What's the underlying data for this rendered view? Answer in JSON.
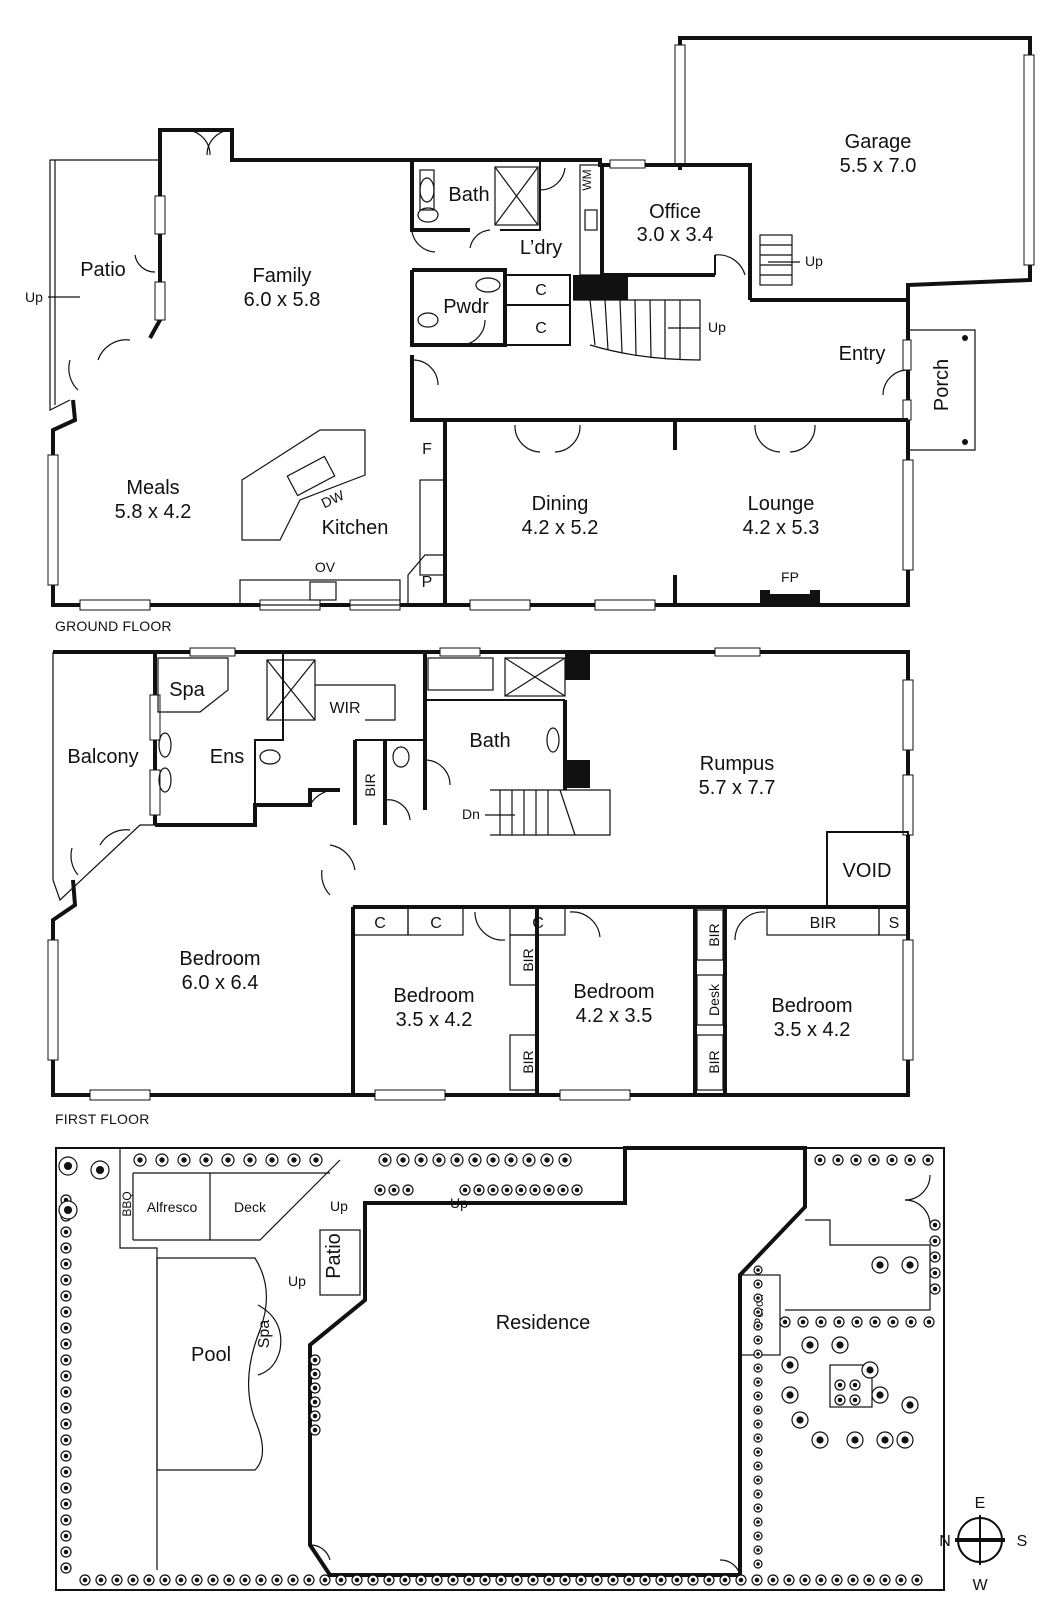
{
  "floor_labels": {
    "ground": "GROUND FLOOR",
    "first": "FIRST FLOOR"
  },
  "ground": {
    "garage": {
      "name": "Garage",
      "dim": "5.5 x 7.0"
    },
    "office": {
      "name": "Office",
      "dim": "3.0 x 3.4"
    },
    "bath": "Bath",
    "laundry": "L’dry",
    "wm": "WM",
    "powder": "Pwdr",
    "cupboard": "C",
    "family": {
      "name": "Family",
      "dim": "6.0 x 5.8"
    },
    "patio": "Patio",
    "meals": {
      "name": "Meals",
      "dim": "5.8 x 4.2"
    },
    "kitchen": "Kitchen",
    "fridge": "F",
    "pantry": "P",
    "oven": "OV",
    "dishwasher": "DW",
    "entry": "Entry",
    "porch": "Porch",
    "dining": {
      "name": "Dining",
      "dim": "4.2 x 5.2"
    },
    "lounge": {
      "name": "Lounge",
      "dim": "4.2 x 5.3"
    },
    "fireplace": "FP",
    "up": "Up"
  },
  "first": {
    "spa": "Spa",
    "wir": "WIR",
    "balcony": "Balcony",
    "ensuite": "Ens",
    "bir": "BIR",
    "bath": "Bath",
    "rumpus": {
      "name": "Rumpus",
      "dim": "5.7 x 7.7"
    },
    "down": "Dn",
    "void": "VOID",
    "cupboard": "C",
    "shelf": "S",
    "desk": "Desk",
    "master_bedroom": {
      "name": "Bedroom",
      "dim": "6.0 x 6.4"
    },
    "bedroom2": {
      "name": "Bedroom",
      "dim": "3.5 x 4.2"
    },
    "bedroom3": {
      "name": "Bedroom",
      "dim": "4.2 x 3.5"
    },
    "bedroom4": {
      "name": "Bedroom",
      "dim": "3.5 x 4.2"
    }
  },
  "site": {
    "bbq": "BBQ",
    "alfresco": "Alfresco",
    "deck": "Deck",
    "patio": "Patio",
    "pool": "Pool",
    "spa": "Spa",
    "residence": "Residence",
    "porch": "Porch",
    "up": "Up"
  },
  "compass": {
    "n": "N",
    "e": "E",
    "s": "S",
    "w": "W"
  }
}
